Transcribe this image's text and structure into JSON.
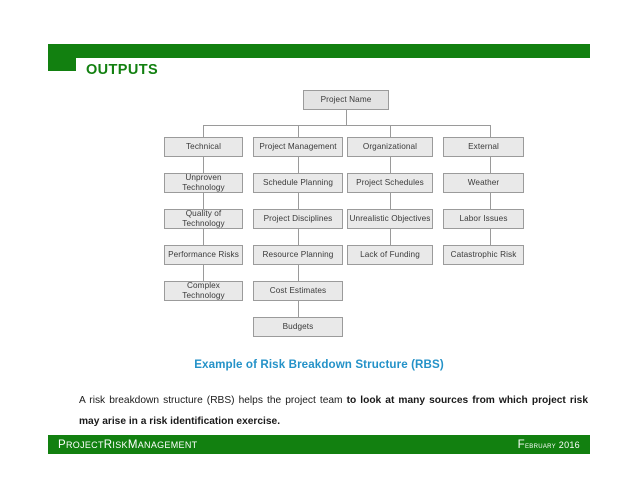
{
  "slide": {
    "title": "OUTPUTS",
    "accent_green": "#128010",
    "caption_blue": "#2492c8",
    "node_fill": "#e9e9e9",
    "node_border": "#9b9b9b"
  },
  "diagram": {
    "type": "tree",
    "root": "Project Name",
    "columns": [
      {
        "header": "Technical",
        "items": [
          "Unproven Technology",
          "Quality of Technology",
          "Performance Risks",
          "Complex Technology"
        ]
      },
      {
        "header": "Project Management",
        "items": [
          "Schedule Planning",
          "Project Disciplines",
          "Resource Planning",
          "Cost Estimates",
          "Budgets"
        ]
      },
      {
        "header": "Organizational",
        "items": [
          "Project Schedules",
          "Unrealistic Objectives",
          "Lack of Funding"
        ]
      },
      {
        "header": "External",
        "items": [
          "Weather",
          "Labor Issues",
          "Catastrophic Risk"
        ]
      }
    ]
  },
  "caption": "Example of Risk Breakdown Structure (RBS)",
  "body": {
    "plain_1": "A risk breakdown structure (RBS) helps the project team ",
    "bold_1": "to look at many sources from which project risk may arise in a risk identification exercise."
  },
  "footer": {
    "left_cap": "P",
    "left_rest_1": "ROJECT ",
    "left_cap_2": "R",
    "left_rest_2": "ISK ",
    "left_cap_3": "M",
    "left_rest_3": "ANAGEMENT",
    "right_cap": "F",
    "right_rest": "ebruary 2016"
  }
}
